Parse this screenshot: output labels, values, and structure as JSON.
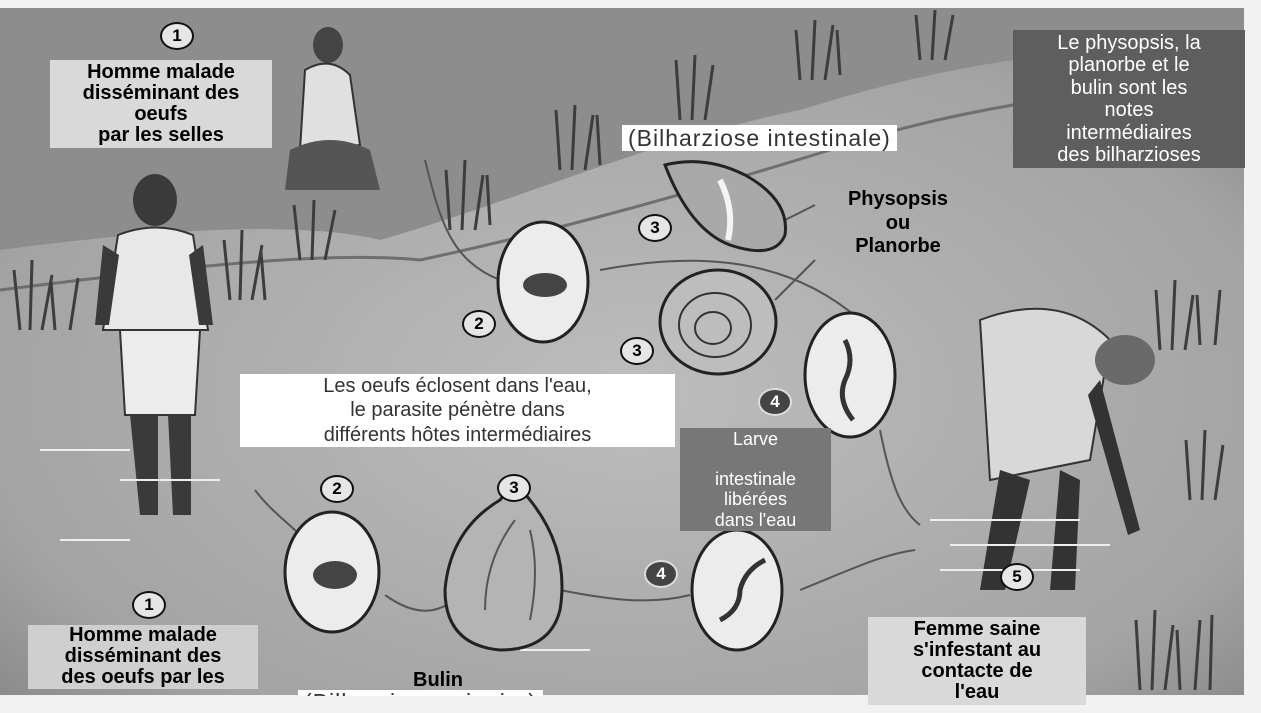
{
  "labels": {
    "man_top": "Homme malade\ndisséminant des\noeufs\npar les selles",
    "man_bottom": "Homme malade\ndisséminant des\ndes oeufs par les\nurines",
    "intestinal": "(Bilharziose intestinale)",
    "urinary": "(Bilharziose urinaire)",
    "hosts_note": "Le physopsis, la\nplanorbe et le\nbulin sont les\nnotes\nintermédiaires\ndes bilharzioses",
    "physopsis": "Physopsis\nou\nPlanorbe",
    "eggs_hatch": "Les oeufs éclosent dans l'eau,\nle parasite pénètre dans\ndifférents hôtes intermédiaires",
    "larva": "Larve\n\nintestinale\nlibérées\ndans l'eau",
    "bulin": "Bulin",
    "woman": "Femme saine\ns'infestant au\ncontacte de\nl'eau"
  },
  "steps": {
    "n1": "1",
    "n2": "2",
    "n3": "3",
    "n4": "4",
    "n5": "5"
  }
}
